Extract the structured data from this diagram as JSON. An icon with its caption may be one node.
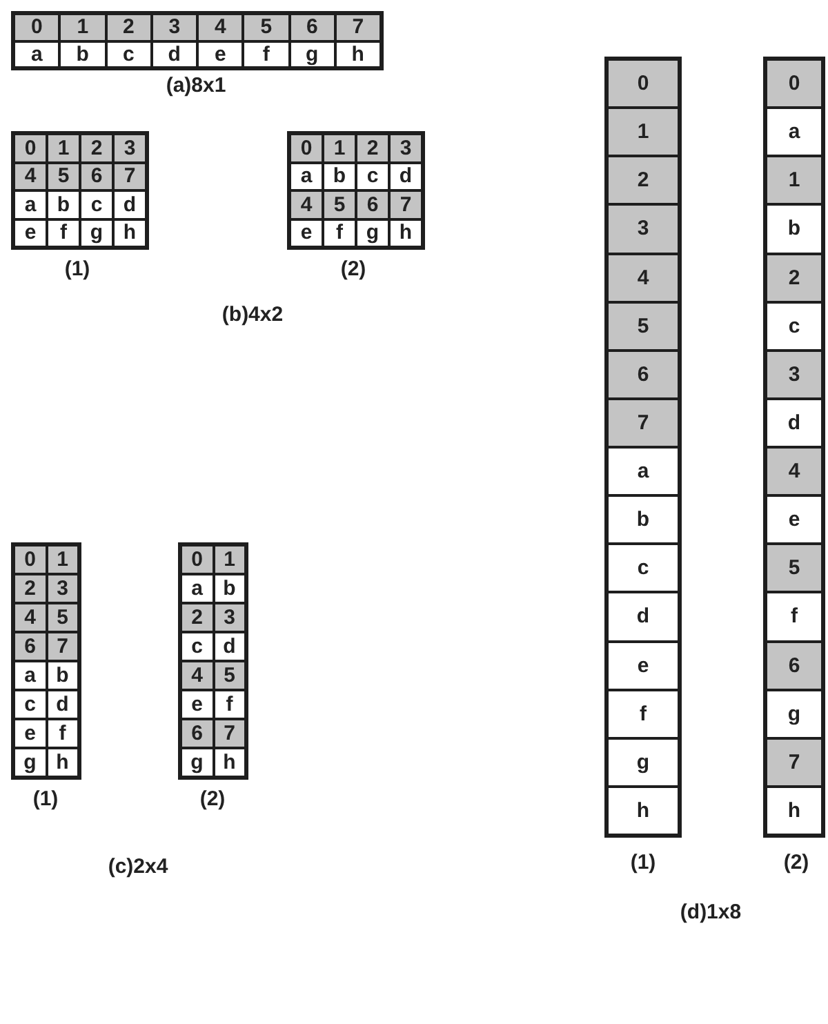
{
  "diagram": {
    "labels": [
      "0",
      "1",
      "2",
      "3",
      "4",
      "5",
      "6",
      "7",
      "a",
      "b",
      "c",
      "d",
      "e",
      "f",
      "g",
      "h",
      "(a)8x1",
      "0",
      "1",
      "2",
      "3",
      "4",
      "5",
      "6",
      "7",
      "a",
      "b",
      "c",
      "d",
      "e",
      "f",
      "g",
      "h",
      "0",
      "1",
      "2",
      "3",
      "a",
      "b",
      "c",
      "d",
      "4",
      "5",
      "6",
      "7",
      "e",
      "f",
      "g",
      "h",
      "(1)",
      "(2)",
      "(b)4x2",
      "0",
      "1",
      "2",
      "3",
      "4",
      "5",
      "6",
      "7",
      "a",
      "b",
      "c",
      "d",
      "e",
      "f",
      "g",
      "h",
      "0",
      "1",
      "a",
      "b",
      "2",
      "3",
      "c",
      "d",
      "4",
      "5",
      "e",
      "f",
      "6",
      "7",
      "g",
      "h",
      "(1)",
      "(2)",
      "(c)2x4",
      "0",
      "1",
      "2",
      "3",
      "4",
      "5",
      "6",
      "7",
      "a",
      "b",
      "c",
      "d",
      "e",
      "f",
      "g",
      "h",
      "0",
      "a",
      "1",
      "b",
      "2",
      "c",
      "3",
      "d",
      "4",
      "e",
      "5",
      "f",
      "6",
      "g",
      "7",
      "h",
      "(1)",
      "(2)",
      "(d)1x8"
    ]
  }
}
